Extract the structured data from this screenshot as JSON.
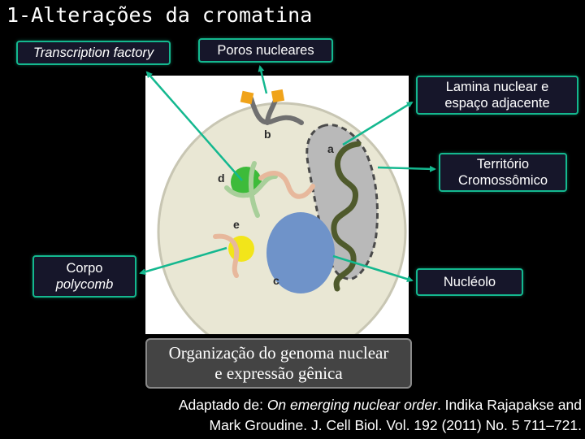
{
  "title": "1-Alterações da cromatina",
  "labels": {
    "transcription_factory": "Transcription factory",
    "poros_nucleares": "Poros nucleares",
    "lamina_nuclear": "Lamina nuclear e\nespaço adjacente",
    "territorio": "Território\nCromossômico",
    "corpo": "Corpo",
    "polycomb": "polycomb",
    "nucleolo": "Nucléolo"
  },
  "figure": {
    "letters": {
      "a": "a",
      "b": "b",
      "c": "c",
      "d": "d",
      "e": "e"
    },
    "colors": {
      "nucleus_fill": "#e9e7d4",
      "lamina": "#b9b9b9",
      "chromosome": "#4f5a2c",
      "nucleolus": "#6f93c9",
      "polycomb": "#f2e51a",
      "factory": "#3dbb3a",
      "pore": "#f0a31a",
      "arrow": "#14b88f"
    }
  },
  "caption": {
    "line1": "Organização do genoma nuclear",
    "line2": "e expressão gênica"
  },
  "credit": {
    "prefix": "Adaptado de: ",
    "article": "On emerging nuclear order",
    "suffix": ". Indika Rajapakse and",
    "line2": "Mark Groudine. J. Cell Biol. Vol. 192 (2011) No. 5 711–721."
  }
}
